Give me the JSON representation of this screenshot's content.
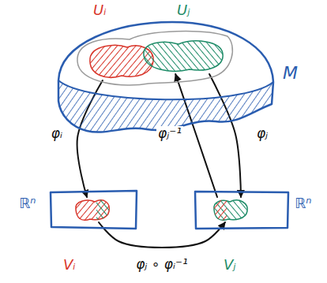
{
  "diagram": {
    "nodes": [
      {
        "text": [
          "M"
        ]
      },
      {
        "text": [
          "Uᵢ"
        ],
        "in": 0
      },
      {
        "text": [
          "Uⱼ"
        ],
        "in": 0
      },
      {
        "text": [
          "ℝⁿ"
        ]
      },
      {
        "text": [
          "Vᵢ"
        ],
        "in": 3
      },
      {
        "text": [
          "ℝⁿ"
        ]
      },
      {
        "text": [
          "Vⱼ"
        ],
        "in": 5
      }
    ],
    "edges": [
      {
        "from": 1,
        "to": 4,
        "label": "φᵢ",
        "arrow": "to"
      },
      {
        "from": 6,
        "to": 2,
        "label": "φⱼ⁻¹",
        "arrow": "to"
      },
      {
        "from": 2,
        "to": 6,
        "label": "φⱼ",
        "arrow": "to"
      },
      {
        "from": 4,
        "to": 6,
        "label": "φⱼ ∘ φᵢ⁻¹",
        "arrow": "to"
      }
    ]
  }
}
